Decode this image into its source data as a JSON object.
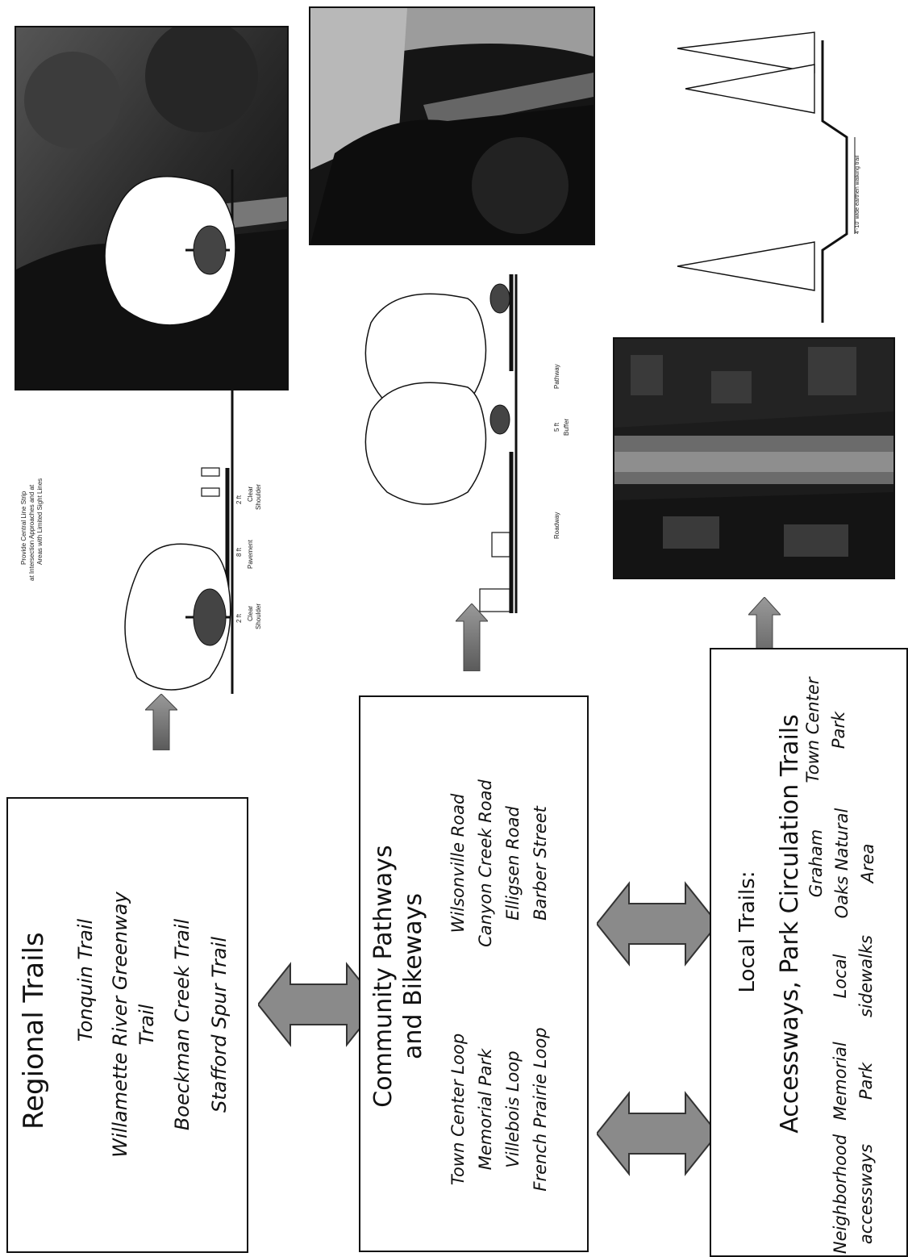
{
  "regional": {
    "title": "Regional Trails",
    "items": [
      "Tonquin Trail",
      "Willamette River Greenway",
      "Trail",
      "Boeckman Creek Trail",
      "Stafford Spur Trail"
    ]
  },
  "community": {
    "title_line1": "Community Pathways",
    "title_line2": "and Bikeways",
    "col1": [
      "Town Center Loop",
      "Memorial Park",
      "Villebois Loop",
      "French Prairie Loop"
    ],
    "col2": [
      "Wilsonville Road",
      "Canyon Creek Road",
      "Elligsen Road",
      "Barber Street"
    ]
  },
  "local": {
    "title": "Local Trails:",
    "subtitle": "Accessways, Park Circulation Trails",
    "groups": [
      [
        "Neighborhood",
        "accessways"
      ],
      [
        "Memorial",
        "Park"
      ],
      [
        "Local",
        "sidewalks"
      ],
      [
        "Graham",
        "Oaks Natural",
        "Area"
      ],
      [
        "Town Center",
        "Park"
      ]
    ]
  },
  "regional_section": {
    "note": [
      "Provide Central Line Strip",
      "at Intersection Approaches and at",
      "Areas with Limited Sight Lines"
    ],
    "dim_shoulder": "2 ft",
    "dim_pavement": "8 ft",
    "label_clear": "Clear",
    "label_shoulder": "Shoulder",
    "label_pavement": "Pavement"
  },
  "community_section": {
    "label_roadway": "Roadway",
    "dim_buffer": "5 ft",
    "label_buffer": "Buffer",
    "label_pathway": "Pathway"
  },
  "local_section": {
    "label_trail": "4'-10' wide earthen walking trail"
  },
  "colors": {
    "arrow": "#8a8a8a",
    "arrow_dark": "#5a5a5a",
    "photo_dark": "#1a1a1a"
  }
}
